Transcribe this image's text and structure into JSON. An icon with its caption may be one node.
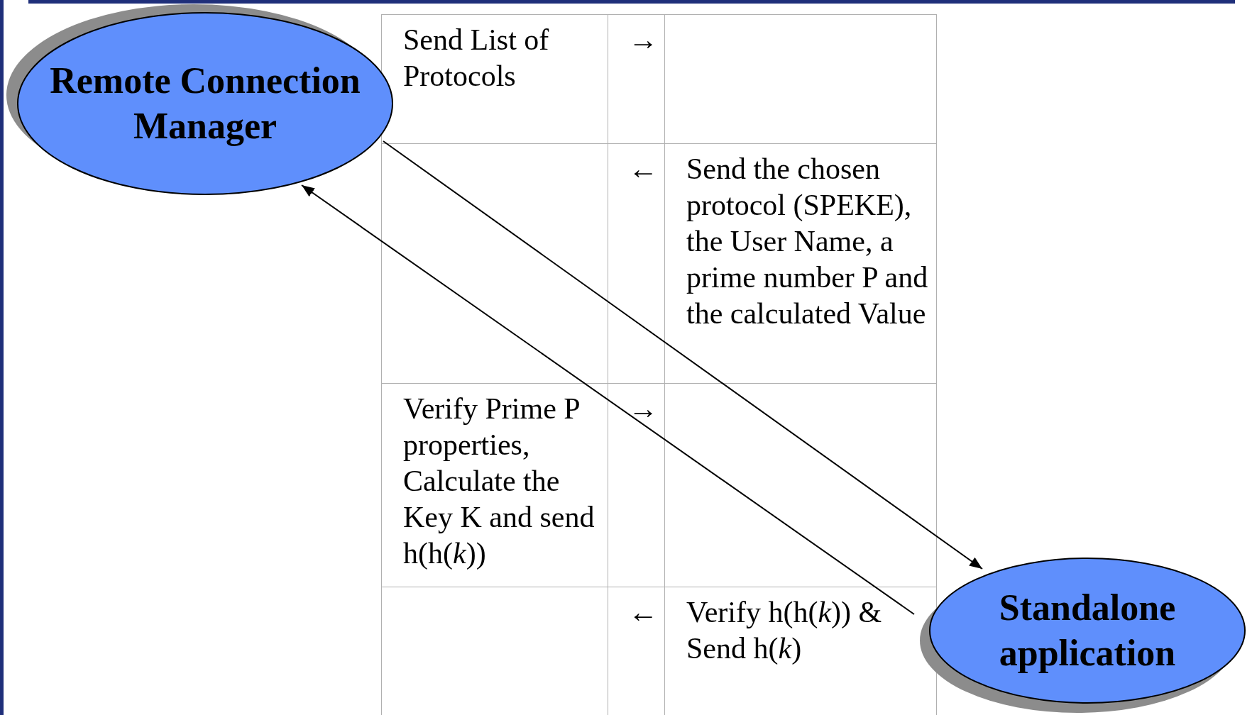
{
  "diagram": {
    "nodes": [
      {
        "text": [
          "Remote Connection Manager"
        ]
      },
      {
        "text": [
          "Standalone application"
        ]
      }
    ],
    "edges": [
      {
        "from": 0,
        "to": 1,
        "arrow": "to"
      },
      {
        "from": 1,
        "to": 0,
        "arrow": "to"
      }
    ],
    "labels": [
      "Send List of Protocols",
      "→",
      "←",
      "Send the chosen protocol (SPEKE), the User Name, a prime number P and the calculated Value",
      "Verify Prime P properties, Calculate the Key K and send h(h(*k*))",
      "→",
      "←",
      "Verify h(h(*k*)) & Send h(*k*)"
    ]
  }
}
